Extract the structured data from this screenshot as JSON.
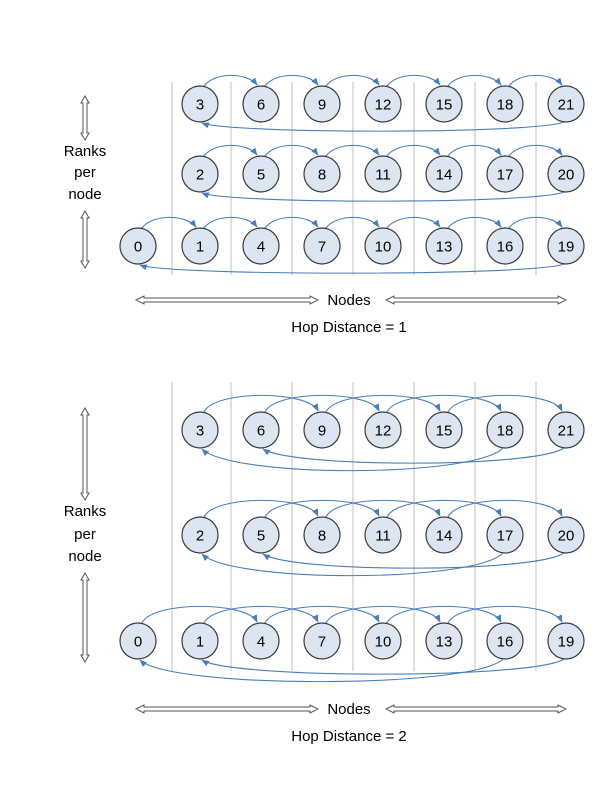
{
  "colors": {
    "node_fill": "#dce6f2",
    "node_stroke": "#3a3a3a",
    "arrow": "#4a7ebb",
    "column_line": "#bfbfbf",
    "axis_arrow": "#555555"
  },
  "diagrams": [
    {
      "id": "hop1",
      "side_label": [
        "Ranks",
        "per",
        "node"
      ],
      "nodes_label": "Nodes",
      "caption": "Hop Distance = 1",
      "hop": 1,
      "rows": [
        [
          "3",
          "6",
          "9",
          "12",
          "15",
          "18",
          "21"
        ],
        [
          "2",
          "5",
          "8",
          "11",
          "14",
          "17",
          "20"
        ],
        [
          "0",
          "1",
          "4",
          "7",
          "10",
          "13",
          "16",
          "19"
        ]
      ]
    },
    {
      "id": "hop2",
      "side_label": [
        "Ranks",
        "per",
        "node"
      ],
      "nodes_label": "Nodes",
      "caption": "Hop Distance = 2",
      "hop": 2,
      "rows": [
        [
          "3",
          "6",
          "9",
          "12",
          "15",
          "18",
          "21"
        ],
        [
          "2",
          "5",
          "8",
          "11",
          "14",
          "17",
          "20"
        ],
        [
          "0",
          "1",
          "4",
          "7",
          "10",
          "13",
          "16",
          "19"
        ]
      ]
    }
  ]
}
